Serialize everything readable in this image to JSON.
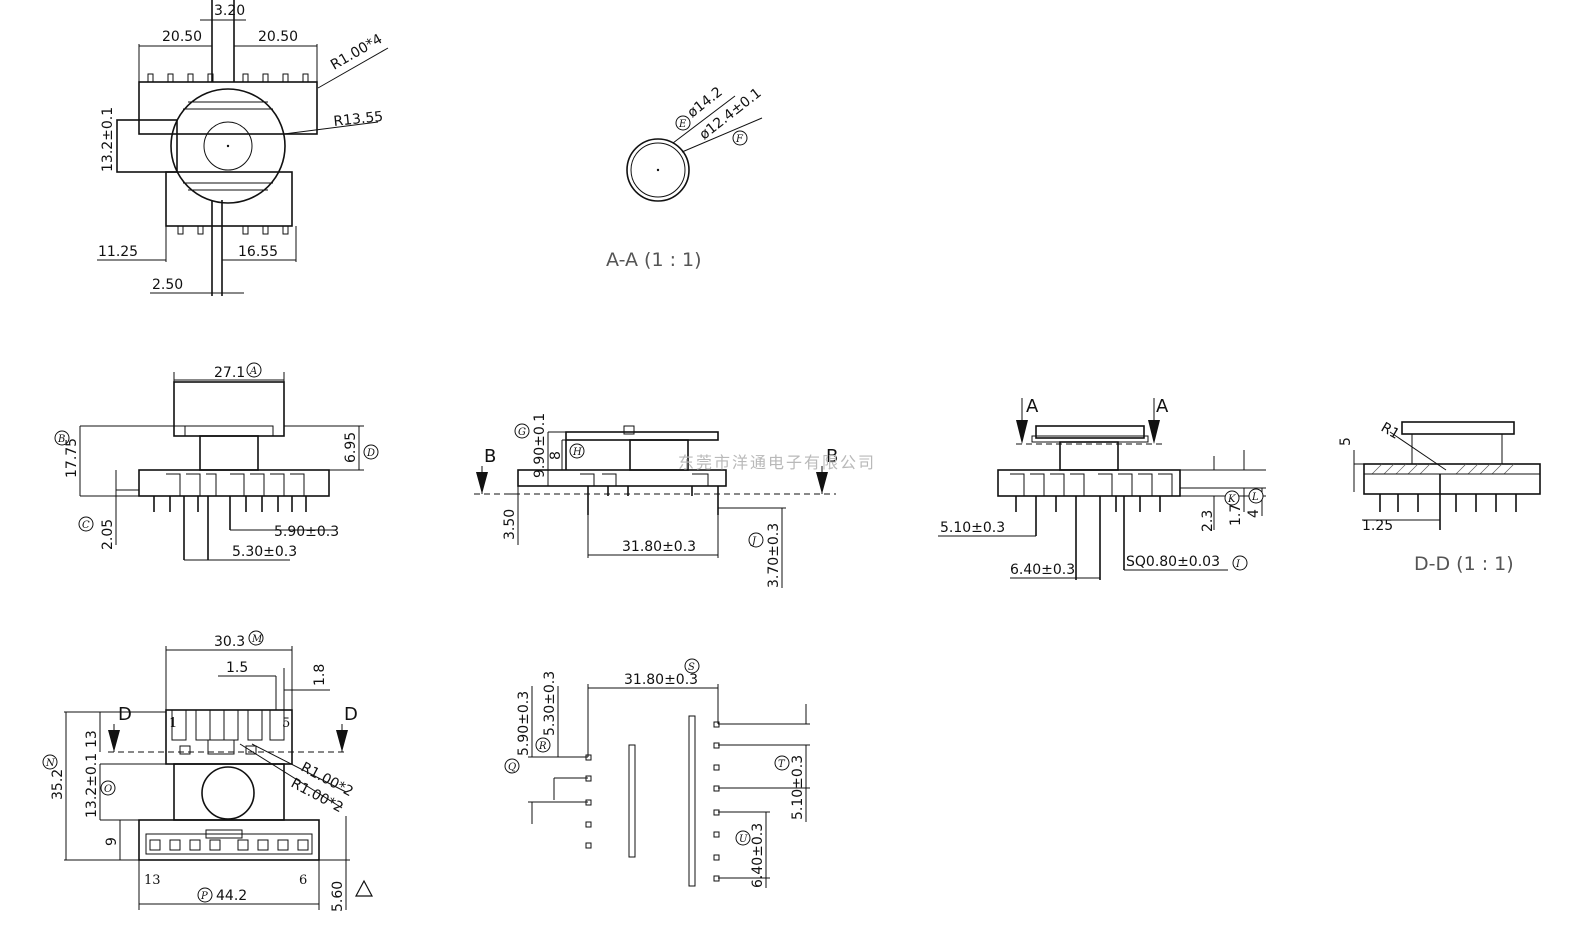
{
  "watermark": "东莞市洋通电子有限公司",
  "view_top": {
    "dims": [
      "3.20",
      "20.50",
      "20.50",
      "R1.00*4",
      "R13.55",
      "13.2±0.1",
      "11.25",
      "16.55",
      "2.50"
    ]
  },
  "view_section_aa": {
    "caption": "A-A (1 : 1)",
    "dims": [
      "ø14.2",
      "ø12.4±0.1"
    ],
    "balloons": [
      "E",
      "F"
    ]
  },
  "view_front": {
    "dims": [
      "27.1",
      "17.75",
      "6.95",
      "2.05",
      "5.90±0.3",
      "5.30±0.3"
    ],
    "balloons": [
      "A",
      "B",
      "D",
      "C"
    ]
  },
  "view_side": {
    "dims": [
      "9.90±0.1",
      "8",
      "3.50",
      "31.80±0.3",
      "3.70±0.3"
    ],
    "balloons": [
      "G",
      "H",
      "J"
    ],
    "section_letters": [
      "B",
      "B"
    ]
  },
  "view_right": {
    "dims": [
      "5.10±0.3",
      "2.3",
      "1.7",
      "4",
      "6.40±0.3",
      "SQ0.80±0.03"
    ],
    "balloons": [
      "K",
      "L",
      "I"
    ],
    "section_letters": [
      "A",
      "A"
    ]
  },
  "view_section_dd": {
    "caption": "D-D (1 : 1)",
    "dims": [
      "R1",
      "5",
      "1.25"
    ]
  },
  "view_bottom": {
    "dims": [
      "30.3",
      "1.5",
      "1.8",
      "13",
      "35.2",
      "13.2±0.1",
      "R1.00*2",
      "R1.00*2",
      "9",
      "44.2",
      "5.60"
    ],
    "balloons": [
      "M",
      "N",
      "O",
      "P"
    ],
    "pin_numbers": [
      "1",
      "5",
      "13",
      "6"
    ],
    "section_letters": [
      "D",
      "D"
    ]
  },
  "view_pcb": {
    "dims": [
      "31.80±0.3",
      "5.90±0.3",
      "5.30±0.3",
      "5.10±0.3",
      "6.40±0.3"
    ],
    "balloons": [
      "S",
      "Q",
      "R",
      "T",
      "U"
    ]
  },
  "colors": {
    "line": "#111111",
    "caption": "#555555",
    "watermark": "#b9b9b9"
  }
}
